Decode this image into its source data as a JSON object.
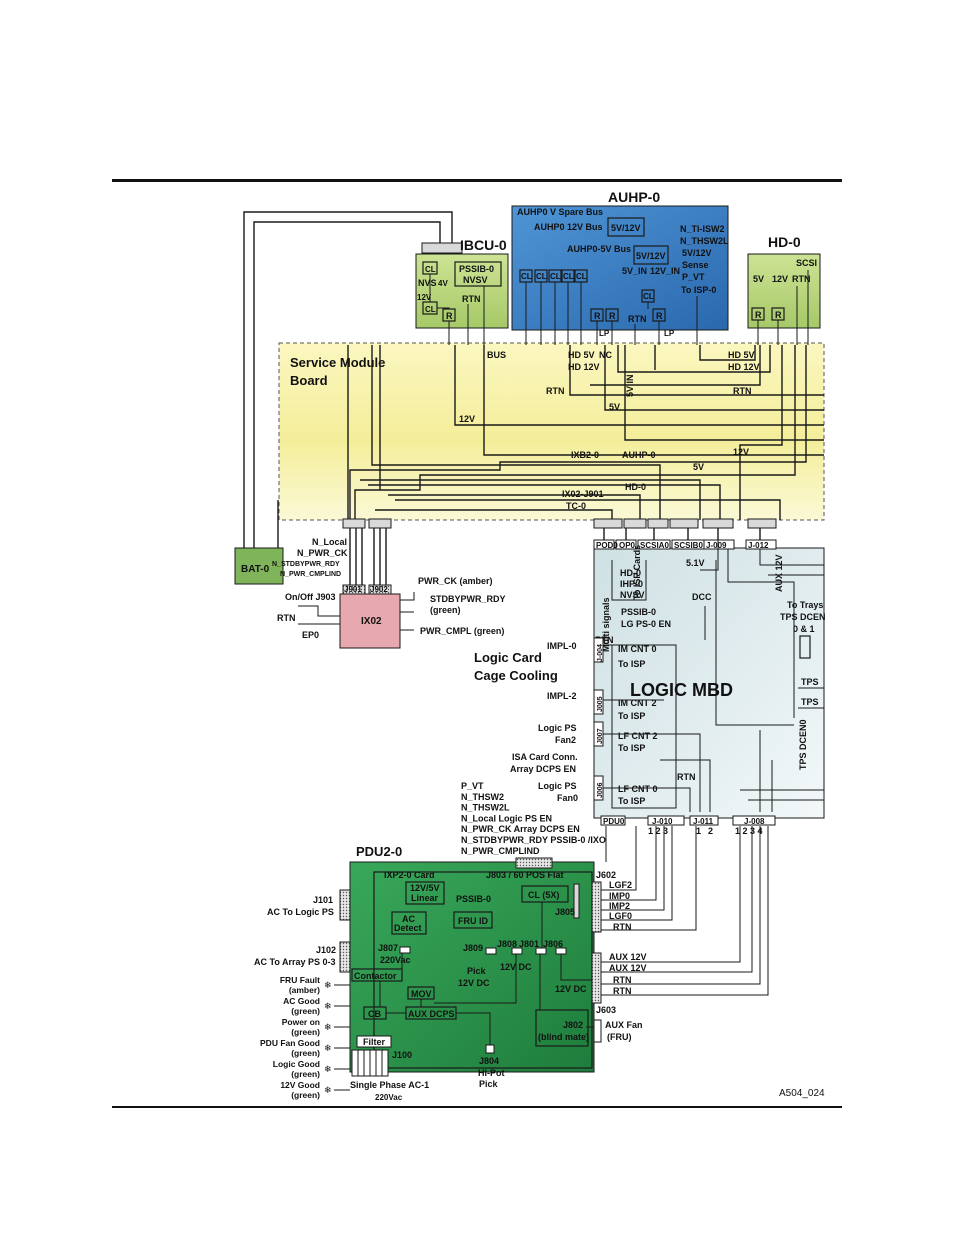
{
  "colors": {
    "service_board": "#f6f1a6",
    "auhp": "#3a7fc2",
    "ibcu": "#bdd97d",
    "hd": "#bdd97d",
    "logic_mbd": "#d6e6ea",
    "pdu": "#2f9a4e",
    "ix02": "#e8a8b0",
    "bat": "#7fb45a"
  },
  "modules": {
    "auhp": "AUHP-0",
    "ibcu": "IBCU-0",
    "hd": "HD-0",
    "service_board_1": "Service Module",
    "service_board_2": "Board",
    "logic_mbd": "LOGIC MBD",
    "pdu": "PDU2-0",
    "bat": "BAT-0",
    "ix02": "IX02",
    "cooling_1": "Logic Card",
    "cooling_2": "Cage Cooling"
  },
  "auhp_labels": {
    "spare_bus": "AUHP0 V Spare Bus",
    "bus12": "AUHP0 12V Bus",
    "bus5": "AUHP0-5V",
    "bus_word": "Bus",
    "v5v12_a": "5V/12V",
    "v5v12_b": "5V/12V",
    "in5": "5V_IN",
    "in12": "12V_IN",
    "n_ti": "N_TI-ISW2",
    "n_thsw": "N_THSW2L",
    "sense_v": "5V/12V",
    "sense": "Sense",
    "pvt": "P_VT",
    "to_isp": "To ISP-0",
    "cl": "CL",
    "r": "R",
    "rtn": "RTN",
    "lp": "LP"
  },
  "ibcu_labels": {
    "cl": "CL",
    "nvs": "NVS",
    "v4": "4V",
    "v12": "12V",
    "pssib": "PSSIB-0",
    "nvsv": "NVSV",
    "rtn": "RTN",
    "r": "R"
  },
  "hd_labels": {
    "scsi": "SCSI",
    "v5": "5V",
    "v12": "12V",
    "rtn": "RTN",
    "r": "R"
  },
  "board_labels": {
    "bus": "BUS",
    "hd5v": "HD 5V",
    "nc": "NC",
    "hd12v": "HD 12V",
    "hd5v_r": "HD 5V",
    "hd12v_r": "HD 12V",
    "v5in": "5V IN",
    "rtn_l": "RTN",
    "rtn_r": "RTN",
    "v5": "5V",
    "v12": "12V",
    "ixb2": "IXB2-0",
    "auhp0": "AUHP-0",
    "v5b": "5V",
    "v12b": "12V",
    "hd0": "HD-0",
    "ix02j901": "IX02-J901",
    "tc0": "TC-0"
  },
  "connectors": [
    "POD0",
    "OP0",
    "SCSIA0",
    "SCSIB0",
    "J-009",
    "J-012"
  ],
  "ix02_labels": {
    "n_local": "N_Local",
    "n_pwr_ck": "N_PWR_CK",
    "n_stdby": "N_STDBYPWR_RDY",
    "n_pwr_cmpl": "N_PWR_CMPLIND",
    "j901": "J901",
    "j902": "J902",
    "onoff": "On/Off J903",
    "rtn": "RTN",
    "ep0": "EP0",
    "pwr_ck": "PWR_CK (amber)",
    "stdby_1": "STDBYPWR_RDY",
    "stdby_2": "(green)",
    "pwr_cmpl": "PWR_CMPL (green)"
  },
  "logic_labels": {
    "multi": "Multi signals",
    "to_isp_cards": "To ISP Cards",
    "hd0": "HD-0",
    "ihp0": "IHP-0",
    "nvsv": "NVSV",
    "v51": "5.1V",
    "dcc": "DCC",
    "aux12v": "AUX 12V",
    "pssib0": "PSSIB-0",
    "lgps": "LG PS-0 EN",
    "rtn": "RTN",
    "to_trays_1": "To Trays",
    "to_trays_2": "TPS DCEN",
    "to_trays_3": "0 & 1",
    "tps1": "TPS",
    "tps2": "TPS",
    "tps_dcen0": "TPS DCEN0",
    "impl0": "IMPL-0",
    "j004": "J-004",
    "im_cnt0": "IM CNT 0",
    "to_isp_a": "To ISP",
    "impl2": "IMPL-2",
    "j005": "J005",
    "im_cnt2": "IM CNT 2",
    "to_isp_b": "To ISP",
    "logic_ps_fan2_1": "Logic PS",
    "logic_ps_fan2_2": "Fan2",
    "j007": "J007",
    "lf_cnt2": "LF CNT 2",
    "to_isp_c": "To ISP",
    "isa_1": "ISA Card Conn.",
    "isa_2": "Array DCPS EN",
    "rtn2": "RTN",
    "logic_ps_fan0_1": "Logic PS",
    "logic_ps_fan0_2": "Fan0",
    "j006": "J006",
    "lf_cnt0": "LF CNT 0",
    "to_isp_d": "To ISP",
    "pdu0": "PDU0",
    "j010": "J-010",
    "j011": "J-011",
    "j008": "J-008",
    "n123a": "1 2 3",
    "n1": "1",
    "n2": "2",
    "n1234": "1  2  3  4"
  },
  "signals": [
    "P_VT",
    "N_THSW2",
    "N_THSW2L",
    "N_Local Logic PS EN",
    "N_PWR_CK Array DCPS EN",
    "N_STDBYPWR_RDY PSSIB-0 /IXO",
    "N_PWR_CMPLIND"
  ],
  "pdu_labels": {
    "ixp": "IXP2-0 Card",
    "j803": "J803 / 60 POS Flat",
    "v125_1": "12V/5V",
    "v125_2": "Linear",
    "pssib": "PSSIB-0",
    "ac_1": "AC",
    "ac_2": "Detect",
    "fru": "FRU ID",
    "cl5x": "CL  (5X)",
    "j805": "J805",
    "j807": "J807",
    "vac220": "220Vac",
    "j809": "J809",
    "j808": "J808",
    "j801": "J801",
    "j806": "J806",
    "contactor": "Contactor",
    "pick_1": "Pick",
    "pick_2": "12V DC",
    "v12dc": "12V DC",
    "v12dc_r": "12V DC",
    "mov": "MOV",
    "cb": "CB",
    "aux_dcps": "AUX DCPS",
    "filter": "Filter",
    "j100": "J100",
    "j802_1": "J802",
    "j802_2": "(blind mate)",
    "j804_1": "J804",
    "j804_2": "HI-Pot",
    "j804_3": "Pick",
    "single_1": "Single Phase AC-1",
    "single_2": "220Vac",
    "j602": "J602",
    "j603": "J603"
  },
  "pdu_left": {
    "j101": "J101",
    "ac_logic": "AC To Logic PS",
    "j102": "J102",
    "ac_array": "AC To Array PS 0-3"
  },
  "leds": [
    {
      "l1": "FRU Fault",
      "l2": "(amber)"
    },
    {
      "l1": "AC Good",
      "l2": "(green)"
    },
    {
      "l1": "Power on",
      "l2": "(green)"
    },
    {
      "l1": "PDU Fan Good",
      "l2": "(green)"
    },
    {
      "l1": "Logic Good",
      "l2": "(green)"
    },
    {
      "l1": "12V Good",
      "l2": "(green)"
    }
  ],
  "pdu_right": {
    "lgf2": "LGF2",
    "imp0": "IMP0",
    "imp2": "IMP2",
    "lgf0": "LGF0",
    "rtn": "RTN",
    "aux12a": "AUX 12V",
    "aux12b": "AUX 12V",
    "rtn2": "RTN",
    "rtn3": "RTN",
    "aux_fan_1": "AUX Fan",
    "aux_fan_2": "(FRU)"
  },
  "figure_id": "A504_024"
}
